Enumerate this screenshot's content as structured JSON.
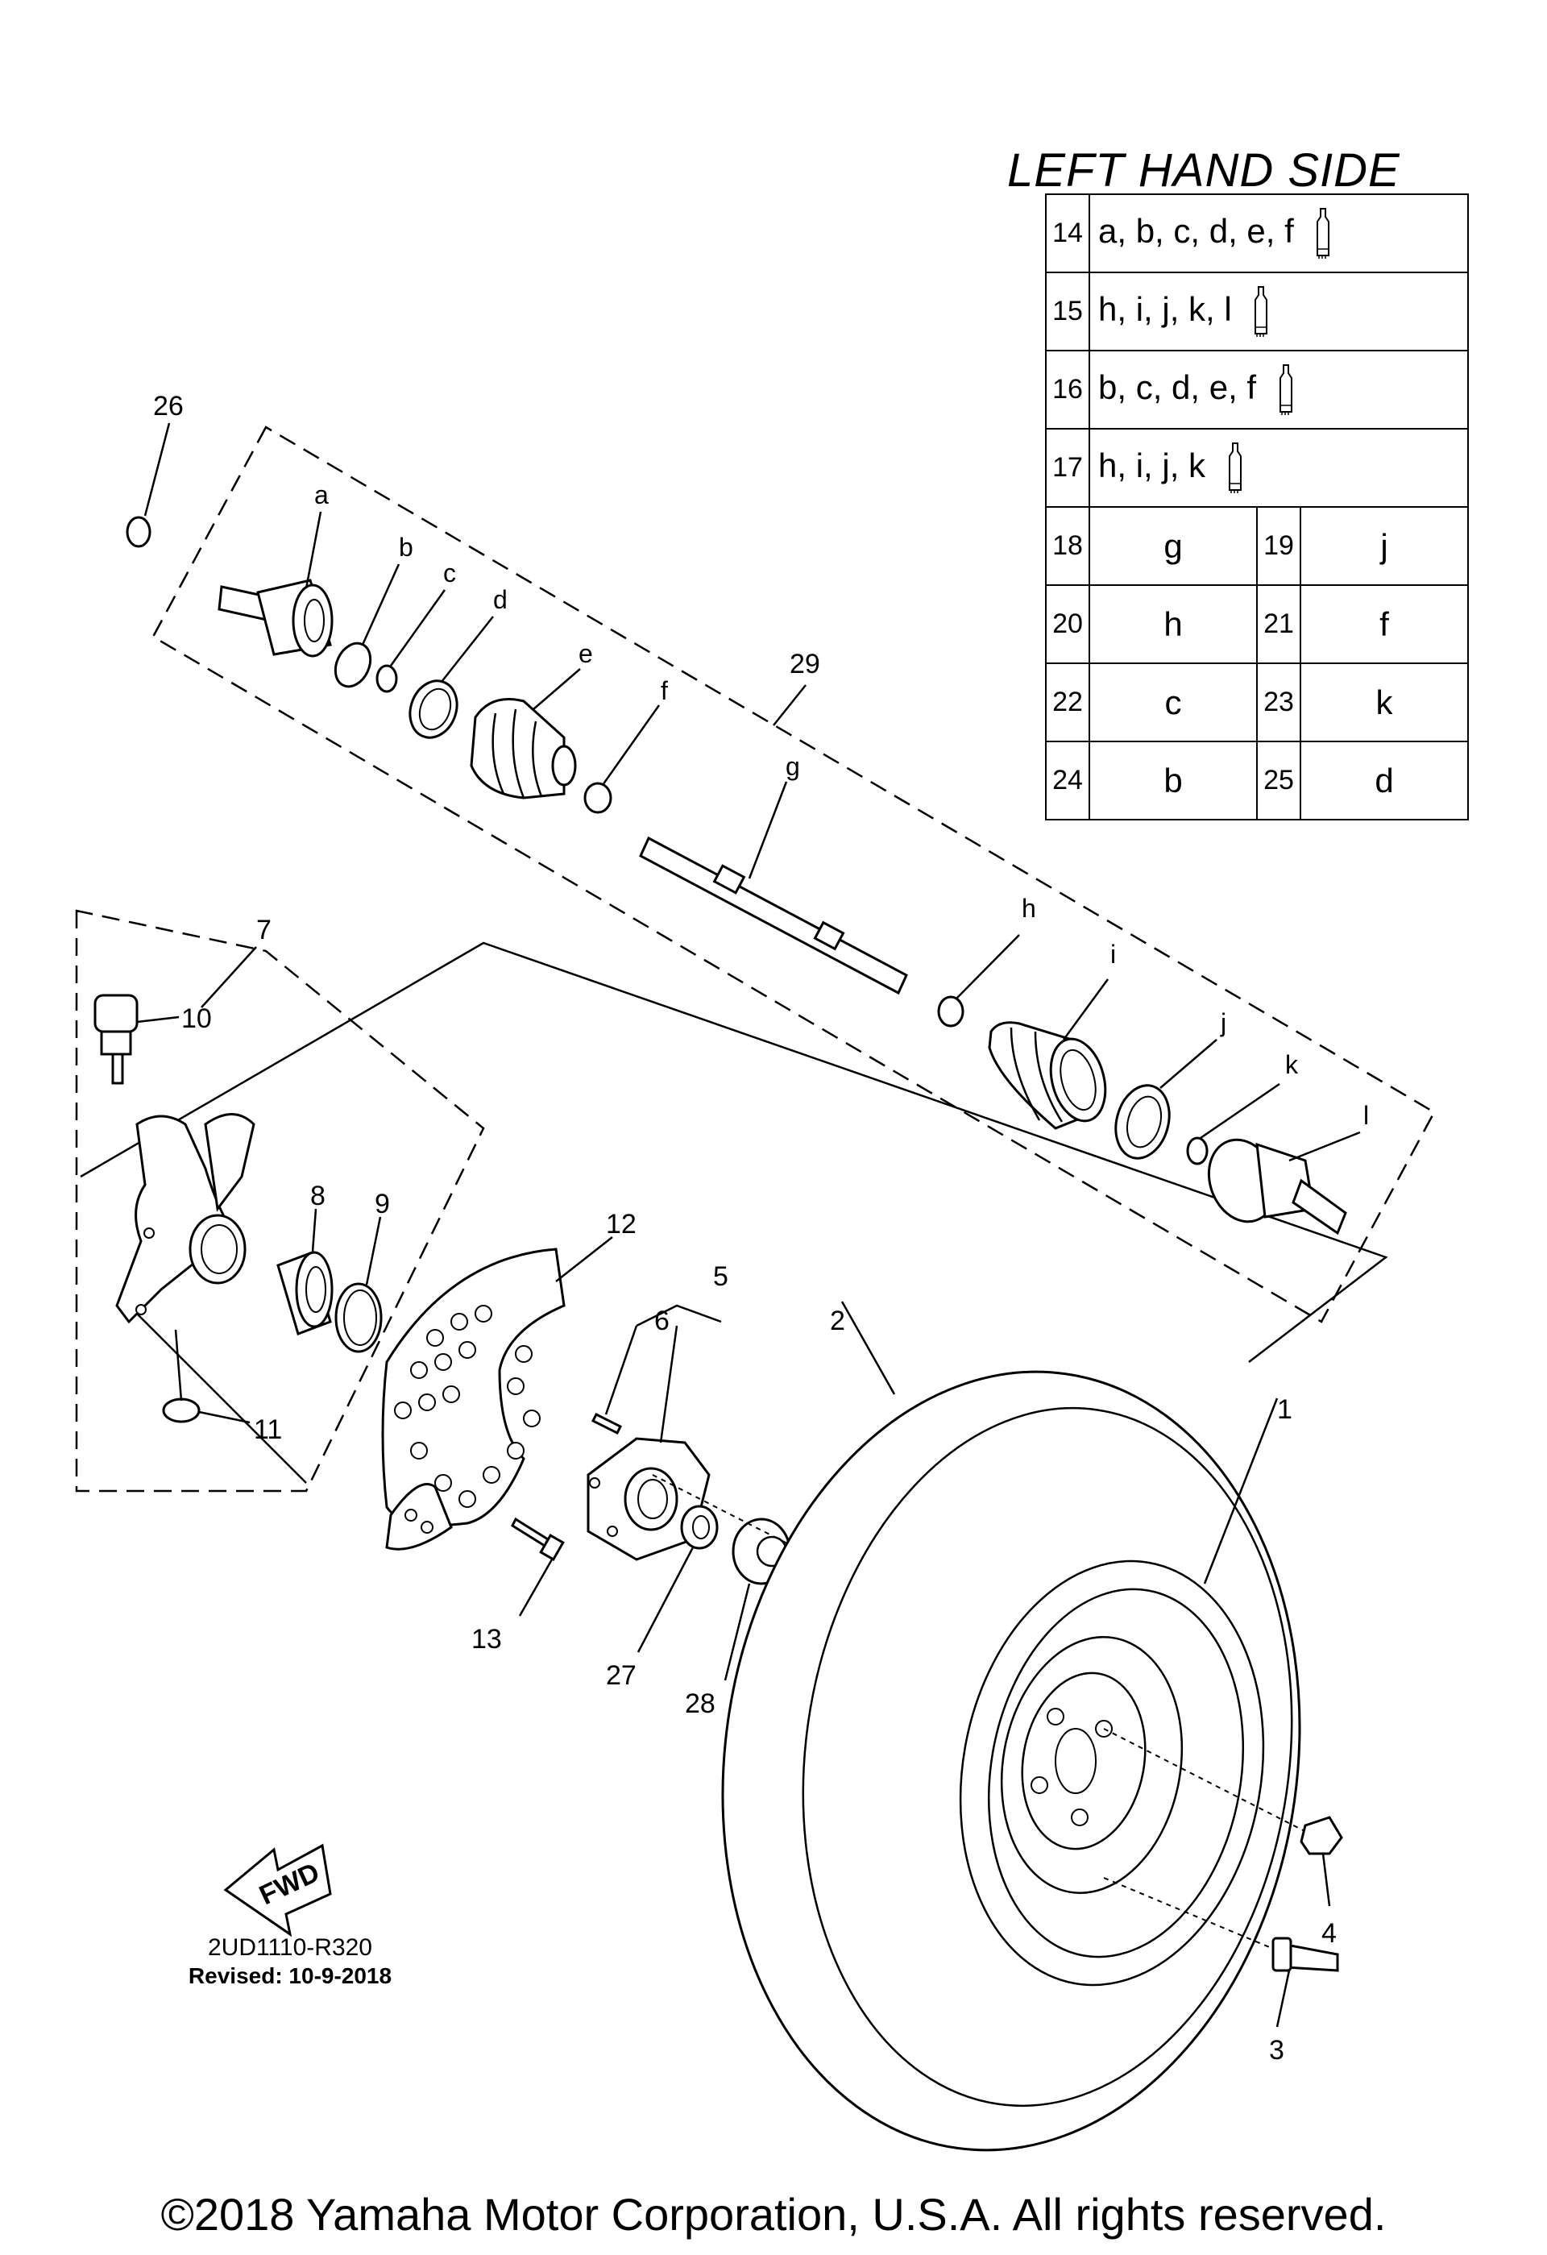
{
  "diagram": {
    "side_title": "LEFT HAND SIDE",
    "drawing_code": "2UD1110-R320",
    "revised": "Revised: 10-9-2018",
    "fwd_label": "FWD",
    "copyright": "©2018 Yamaha Motor Corporation, U.S.A. All rights reserved.",
    "callouts": {
      "c1": "1",
      "c2": "2",
      "c3": "3",
      "c4": "4",
      "c5": "5",
      "c6": "6",
      "c7": "7",
      "c8": "8",
      "c9": "9",
      "c10": "10",
      "c11": "11",
      "c12": "12",
      "c13": "13",
      "c26": "26",
      "c27": "27",
      "c28": "28",
      "c29": "29"
    },
    "letters": {
      "a": "a",
      "b": "b",
      "c": "c",
      "d": "d",
      "e": "e",
      "f": "f",
      "g": "g",
      "h": "h",
      "i": "i",
      "j": "j",
      "k": "k",
      "l": "l"
    },
    "grease_rows": [
      {
        "num": "14",
        "parts": "a, b, c, d, e, f"
      },
      {
        "num": "15",
        "parts": "h, i, j, k, l"
      },
      {
        "num": "16",
        "parts": "b, c, d, e, f"
      },
      {
        "num": "17",
        "parts": "h, i, j, k"
      }
    ],
    "pair_rows": [
      {
        "n1": "18",
        "v1": "g",
        "n2": "19",
        "v2": "j"
      },
      {
        "n1": "20",
        "v1": "h",
        "n2": "21",
        "v2": "f"
      },
      {
        "n1": "22",
        "v1": "c",
        "n2": "23",
        "v2": "k"
      },
      {
        "n1": "24",
        "v1": "b",
        "n2": "25",
        "v2": "d"
      }
    ]
  }
}
